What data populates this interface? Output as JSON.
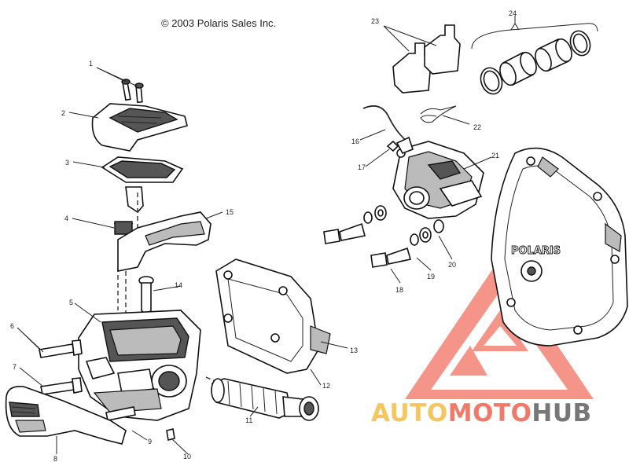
{
  "copyright": "© 2003 Polaris Sales Inc.",
  "logo_text": "POLARIS",
  "watermark": {
    "part1": "AUTO",
    "part2": "MOTO",
    "part3": "HUB",
    "color1": "#f5c65f",
    "color2": "#f07a6a",
    "color3": "#777777",
    "triangle_color": "#f26b5b"
  },
  "callouts": [
    "1",
    "2",
    "3",
    "4",
    "5",
    "6",
    "7",
    "8",
    "9",
    "10",
    "11",
    "12",
    "13",
    "14",
    "15",
    "16",
    "17",
    "18",
    "19",
    "20",
    "21",
    "22",
    "23",
    "24"
  ]
}
